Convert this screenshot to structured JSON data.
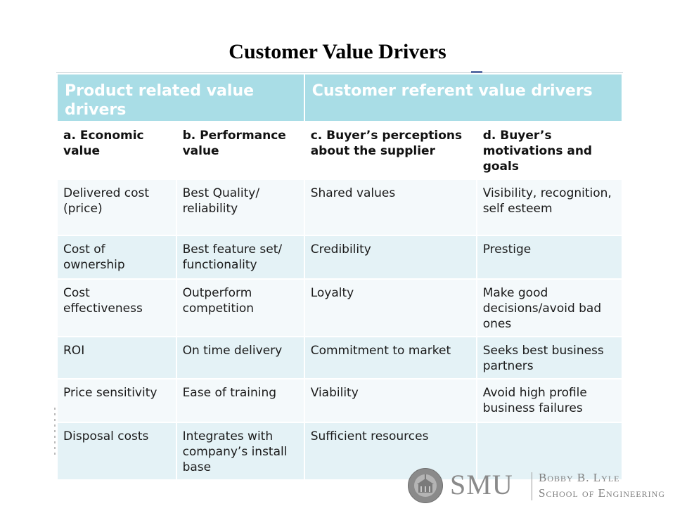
{
  "slide": {
    "title": "Customer Value Drivers"
  },
  "table": {
    "group_headers": [
      "Product related value drivers",
      "Customer referent value drivers"
    ],
    "sub_headers": [
      "a. Economic value",
      "b. Performance value",
      "c. Buyer’s perceptions about the supplier",
      "d. Buyer’s motivations and goals"
    ],
    "rows": [
      [
        "Delivered cost (price)",
        "Best Quality/ reliability",
        "Shared values",
        "Visibility, recognition, self esteem"
      ],
      [
        "Cost of ownership",
        "Best feature set/ functionality",
        "Credibility",
        "Prestige"
      ],
      [
        "Cost effectiveness",
        "Outperform competition",
        "Loyalty",
        "Make good decisions/avoid bad ones"
      ],
      [
        "ROI",
        "On time delivery",
        "Commitment to market",
        "Seeks best business partners"
      ],
      [
        "Price sensitivity",
        "Ease of training",
        "Viability",
        "Avoid high profile business failures"
      ],
      [
        "Disposal costs",
        "Integrates with company’s install base",
        "Sufficient resources",
        ""
      ]
    ],
    "header_color": "#a9dde6",
    "row_colors": [
      "#f4f9fb",
      "#e4f2f6"
    ]
  },
  "logo": {
    "wordmark": "SMU",
    "school_line1": "Bobby B. Lyle",
    "school_line2": "School of Engineering"
  }
}
